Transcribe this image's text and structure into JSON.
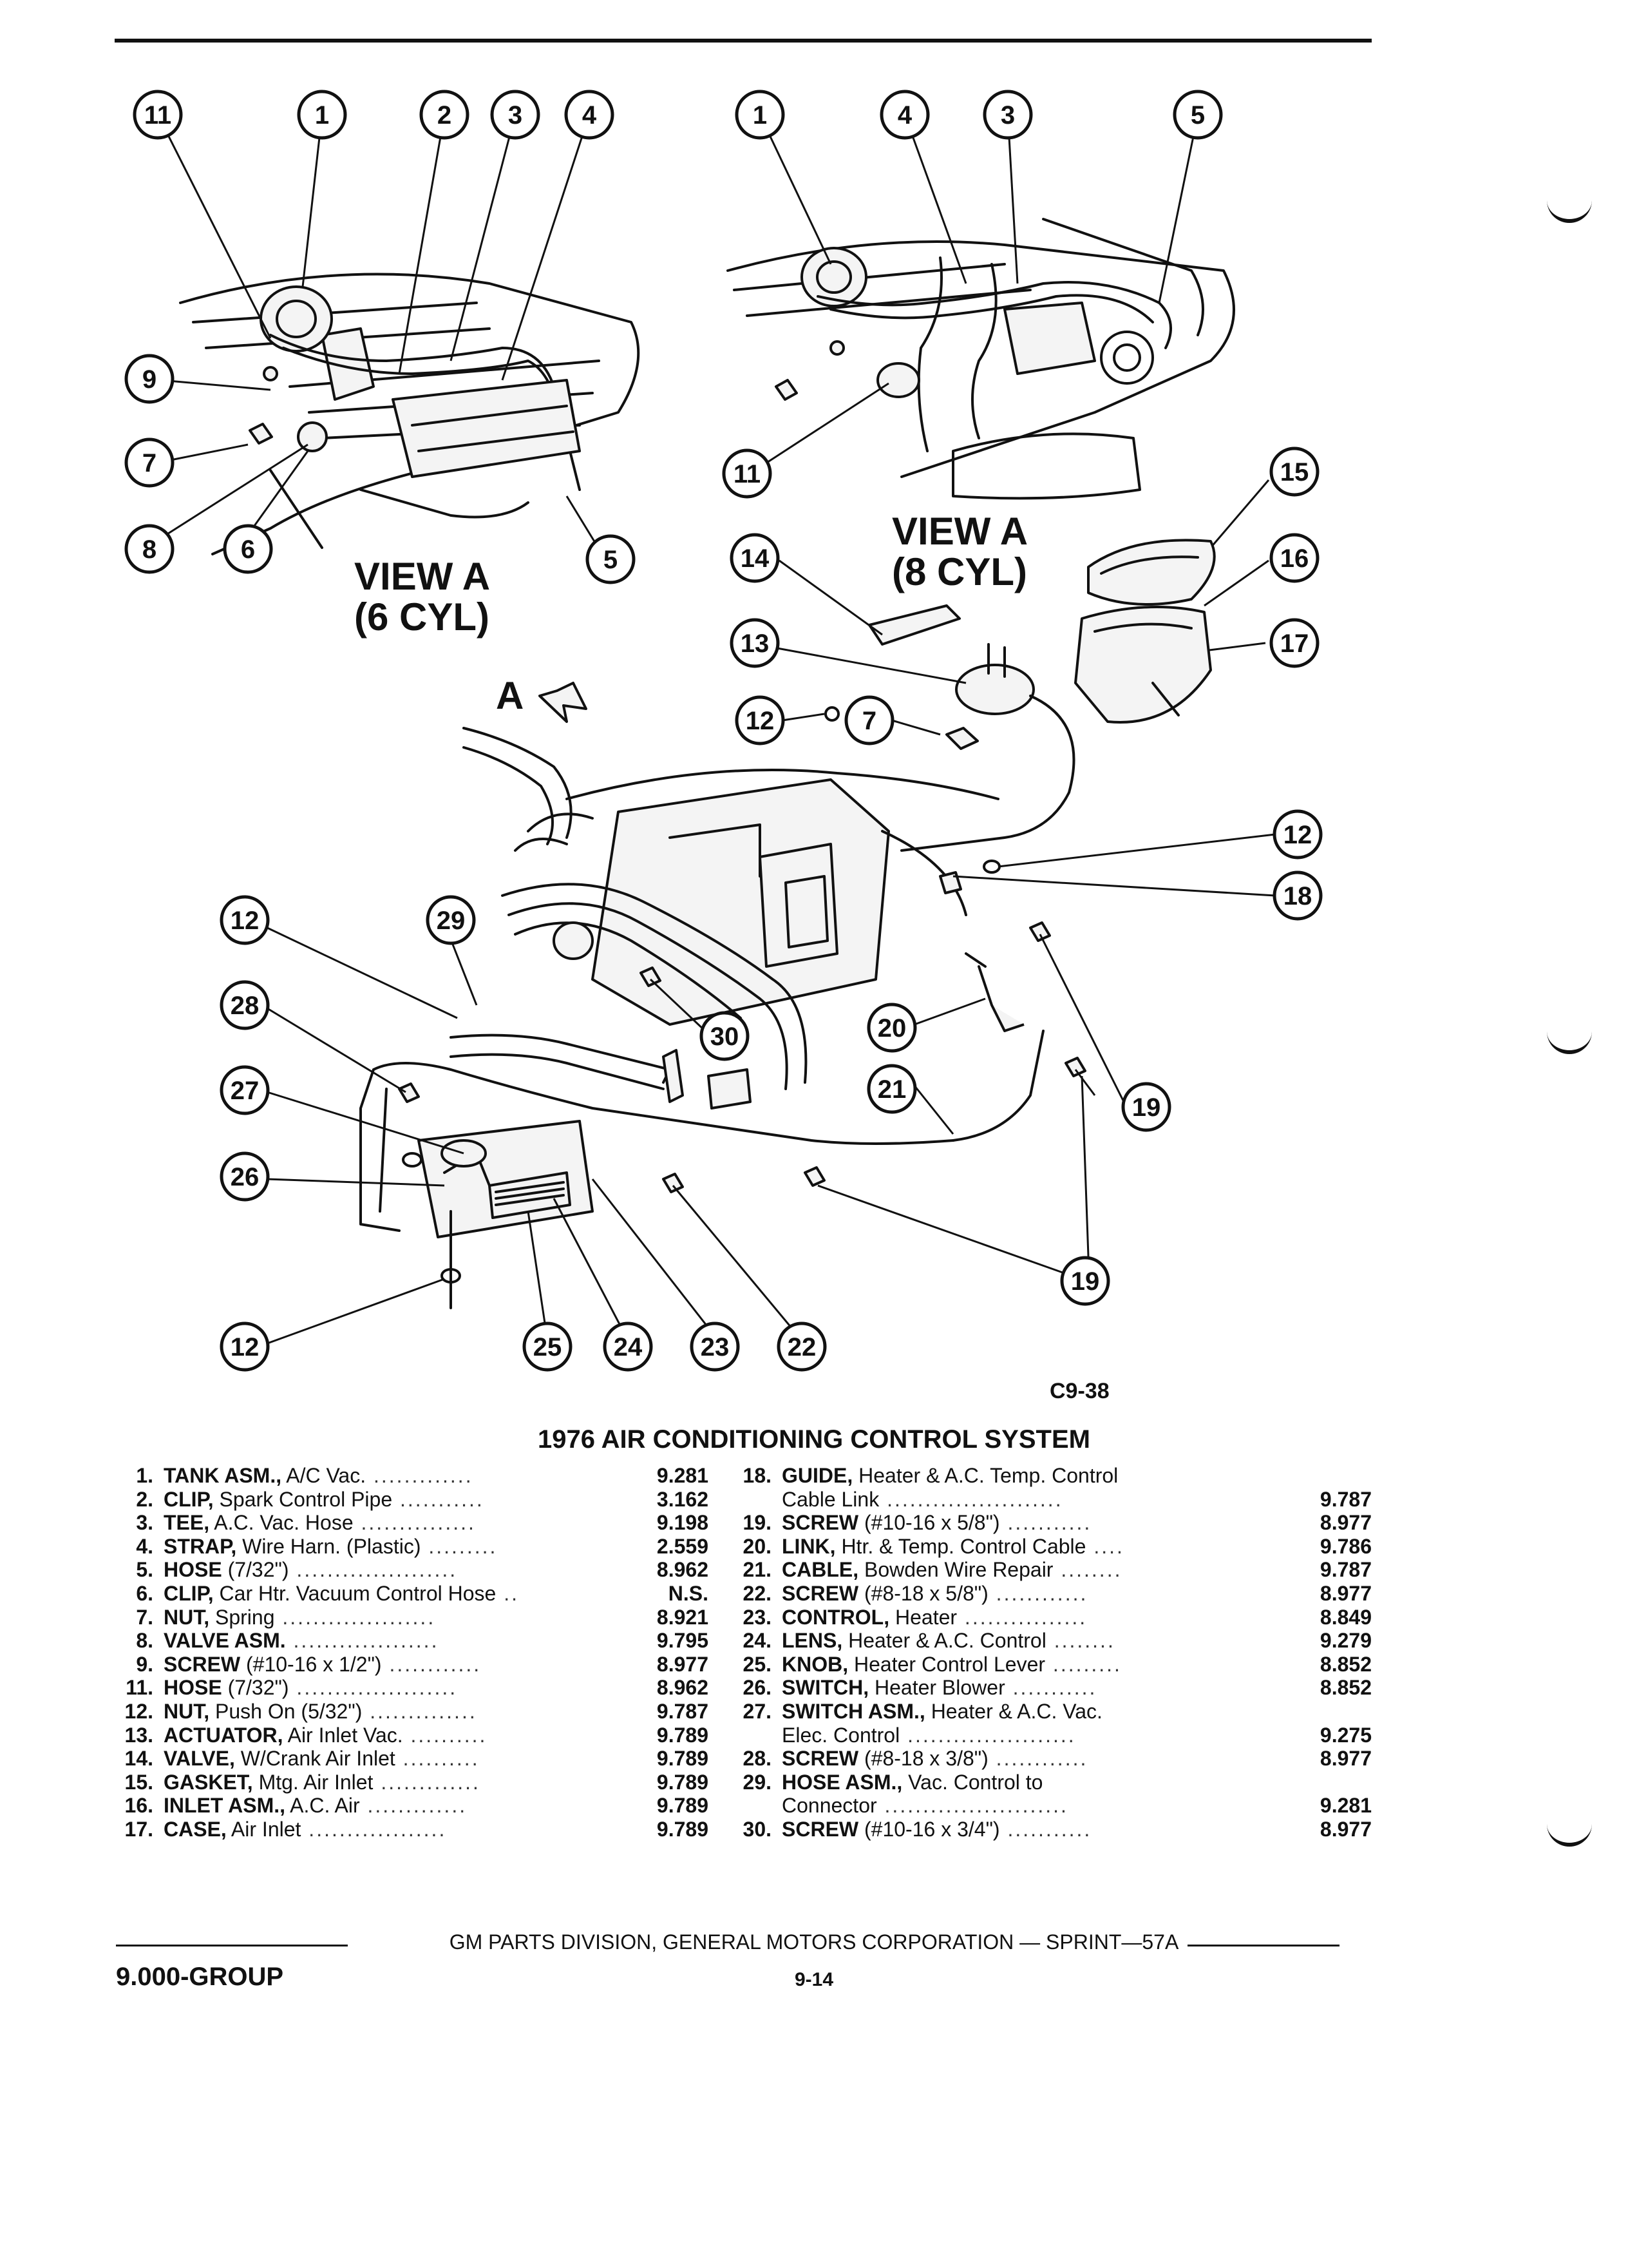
{
  "diagram": {
    "view_6cyl": [
      "VIEW A",
      "(6 CYL)"
    ],
    "view_8cyl": [
      "VIEW A",
      "(8 CYL)"
    ],
    "arrow_label": "A",
    "figure_code": "C9-38",
    "callouts": {
      "6cyl_top": [
        "11",
        "1",
        "2",
        "3",
        "4"
      ],
      "6cyl_side": [
        "9",
        "7",
        "8",
        "6",
        "5"
      ],
      "8cyl_top": [
        "1",
        "4",
        "3",
        "5"
      ],
      "8cyl_side": [
        "11",
        "14",
        "13",
        "12",
        "7",
        "15",
        "16",
        "17",
        "12",
        "18"
      ],
      "main": [
        "12",
        "29",
        "28",
        "27",
        "26",
        "12",
        "30",
        "20",
        "21",
        "19",
        "19",
        "25",
        "24",
        "23",
        "22"
      ]
    }
  },
  "title": "1976 AIR CONDITIONING CONTROL SYSTEM",
  "parts_left": [
    {
      "num": "1.",
      "name": "TANK ASM.,",
      "desc": " A/C Vac.",
      "dots": " .............",
      "code": "9.281"
    },
    {
      "num": "2.",
      "name": "CLIP,",
      "desc": " Spark Control Pipe",
      "dots": " ...........",
      "code": "3.162"
    },
    {
      "num": "3.",
      "name": "TEE,",
      "desc": " A.C. Vac. Hose",
      "dots": " ...............",
      "code": "9.198"
    },
    {
      "num": "4.",
      "name": "STRAP,",
      "desc": " Wire Harn. (Plastic)",
      "dots": " .........",
      "code": "2.559"
    },
    {
      "num": "5.",
      "name": "HOSE",
      "desc": " (7/32\")",
      "dots": " .....................",
      "code": "8.962"
    },
    {
      "num": "6.",
      "name": "CLIP,",
      "desc": " Car Htr. Vacuum Control Hose",
      "dots": " ..",
      "code": "N.S."
    },
    {
      "num": "7.",
      "name": "NUT,",
      "desc": " Spring",
      "dots": " ....................",
      "code": "8.921"
    },
    {
      "num": "8.",
      "name": "VALVE ASM.",
      "desc": "",
      "dots": " ...................",
      "code": "9.795"
    },
    {
      "num": "9.",
      "name": "SCREW",
      "desc": " (#10-16 x 1/2\")",
      "dots": " ............",
      "code": "8.977"
    },
    {
      "num": "11.",
      "name": "HOSE",
      "desc": " (7/32\")",
      "dots": " .....................",
      "code": "8.962"
    },
    {
      "num": "12.",
      "name": "NUT,",
      "desc": " Push On (5/32\")",
      "dots": " ..............",
      "code": "9.787"
    },
    {
      "num": "13.",
      "name": "ACTUATOR,",
      "desc": " Air Inlet Vac.",
      "dots": " ..........",
      "code": "9.789"
    },
    {
      "num": "14.",
      "name": "VALVE,",
      "desc": " W/Crank Air Inlet",
      "dots": " ..........",
      "code": "9.789"
    },
    {
      "num": "15.",
      "name": "GASKET,",
      "desc": " Mtg. Air Inlet",
      "dots": " .............",
      "code": "9.789"
    },
    {
      "num": "16.",
      "name": "INLET ASM.,",
      "desc": " A.C. Air",
      "dots": " .............",
      "code": "9.789"
    },
    {
      "num": "17.",
      "name": "CASE,",
      "desc": " Air Inlet",
      "dots": " ..................",
      "code": "9.789"
    }
  ],
  "parts_right": [
    {
      "num": "18.",
      "name": "GUIDE,",
      "desc": " Heater & A.C. Temp. Control",
      "dots": "",
      "code": ""
    },
    {
      "num": "",
      "name": "",
      "desc": "Cable Link",
      "dots": " .......................",
      "code": "9.787"
    },
    {
      "num": "19.",
      "name": "SCREW",
      "desc": " (#10-16 x 5/8\")",
      "dots": " ...........",
      "code": "8.977"
    },
    {
      "num": "20.",
      "name": "LINK,",
      "desc": " Htr. & Temp. Control Cable",
      "dots": " ....",
      "code": "9.786"
    },
    {
      "num": "21.",
      "name": "CABLE,",
      "desc": " Bowden Wire Repair",
      "dots": " ........",
      "code": "9.787"
    },
    {
      "num": "22.",
      "name": "SCREW",
      "desc": " (#8-18 x 5/8\")",
      "dots": " ............",
      "code": "8.977"
    },
    {
      "num": "23.",
      "name": "CONTROL,",
      "desc": " Heater",
      "dots": " ................",
      "code": "8.849"
    },
    {
      "num": "24.",
      "name": "LENS,",
      "desc": " Heater & A.C. Control",
      "dots": " ........",
      "code": "9.279"
    },
    {
      "num": "25.",
      "name": "KNOB,",
      "desc": " Heater Control Lever",
      "dots": " .........",
      "code": "8.852"
    },
    {
      "num": "26.",
      "name": "SWITCH,",
      "desc": " Heater Blower",
      "dots": " ...........",
      "code": "8.852"
    },
    {
      "num": "27.",
      "name": "SWITCH ASM.,",
      "desc": " Heater & A.C. Vac.",
      "dots": "",
      "code": ""
    },
    {
      "num": "",
      "name": "",
      "desc": "Elec. Control",
      "dots": " ......................",
      "code": "9.275"
    },
    {
      "num": "28.",
      "name": "SCREW",
      "desc": " (#8-18 x 3/8\")",
      "dots": " ............",
      "code": "8.977"
    },
    {
      "num": "29.",
      "name": "HOSE ASM.,",
      "desc": " Vac. Control to",
      "dots": "",
      "code": ""
    },
    {
      "num": "",
      "name": "",
      "desc": "Connector",
      "dots": " ........................",
      "code": "9.281"
    },
    {
      "num": "30.",
      "name": "SCREW",
      "desc": " (#10-16 x 3/4\")",
      "dots": " ...........",
      "code": "8.977"
    }
  ],
  "footer": {
    "source": "GM PARTS DIVISION, GENERAL MOTORS CORPORATION — SPRINT—57A",
    "group": "9.000-GROUP",
    "page": "9-14"
  }
}
